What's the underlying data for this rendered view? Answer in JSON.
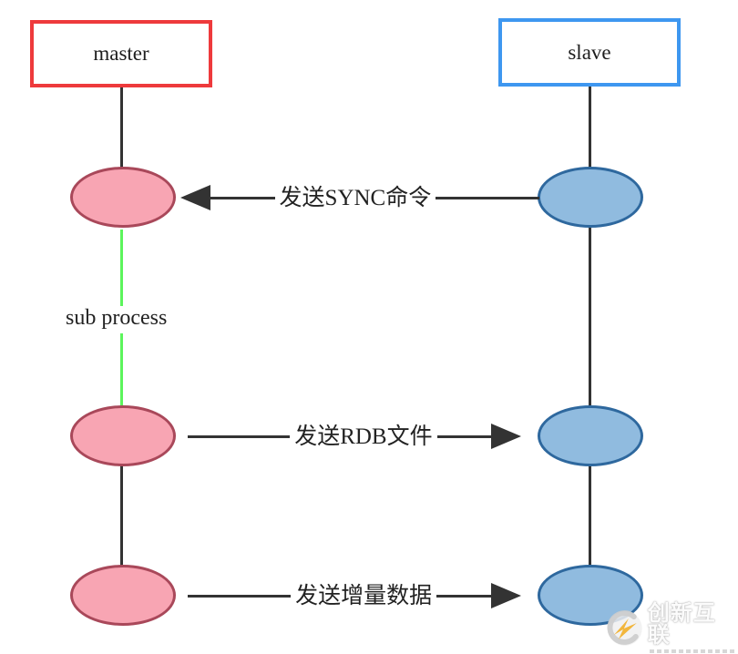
{
  "diagram": {
    "type": "sequence-diagram",
    "background": "#ffffff",
    "nodes": [
      {
        "id": "master",
        "label": "master",
        "border_color": "#ee3a3c"
      },
      {
        "id": "slave",
        "label": "slave",
        "border_color": "#3e97f0"
      }
    ],
    "lifeline_style": {
      "master_ellipse_fill": "#f8a5b3",
      "master_ellipse_border": "#a9485a",
      "slave_ellipse_fill": "#90bbdf",
      "slave_ellipse_border": "#2e689e",
      "line_color": "#333333",
      "sub_process_line_color": "#5cf55c"
    },
    "messages": [
      {
        "label": "发送SYNC命令",
        "from": "slave",
        "to": "master"
      },
      {
        "label": "发送RDB文件",
        "from": "master",
        "to": "slave"
      },
      {
        "label": "发送增量数据",
        "from": "master",
        "to": "slave"
      }
    ],
    "annotation": {
      "sub_process_label": "sub process"
    }
  },
  "watermark": {
    "text": "创新互联",
    "logo_colors": {
      "swoosh": "#f2b63c",
      "ring": "#cccccc"
    }
  }
}
